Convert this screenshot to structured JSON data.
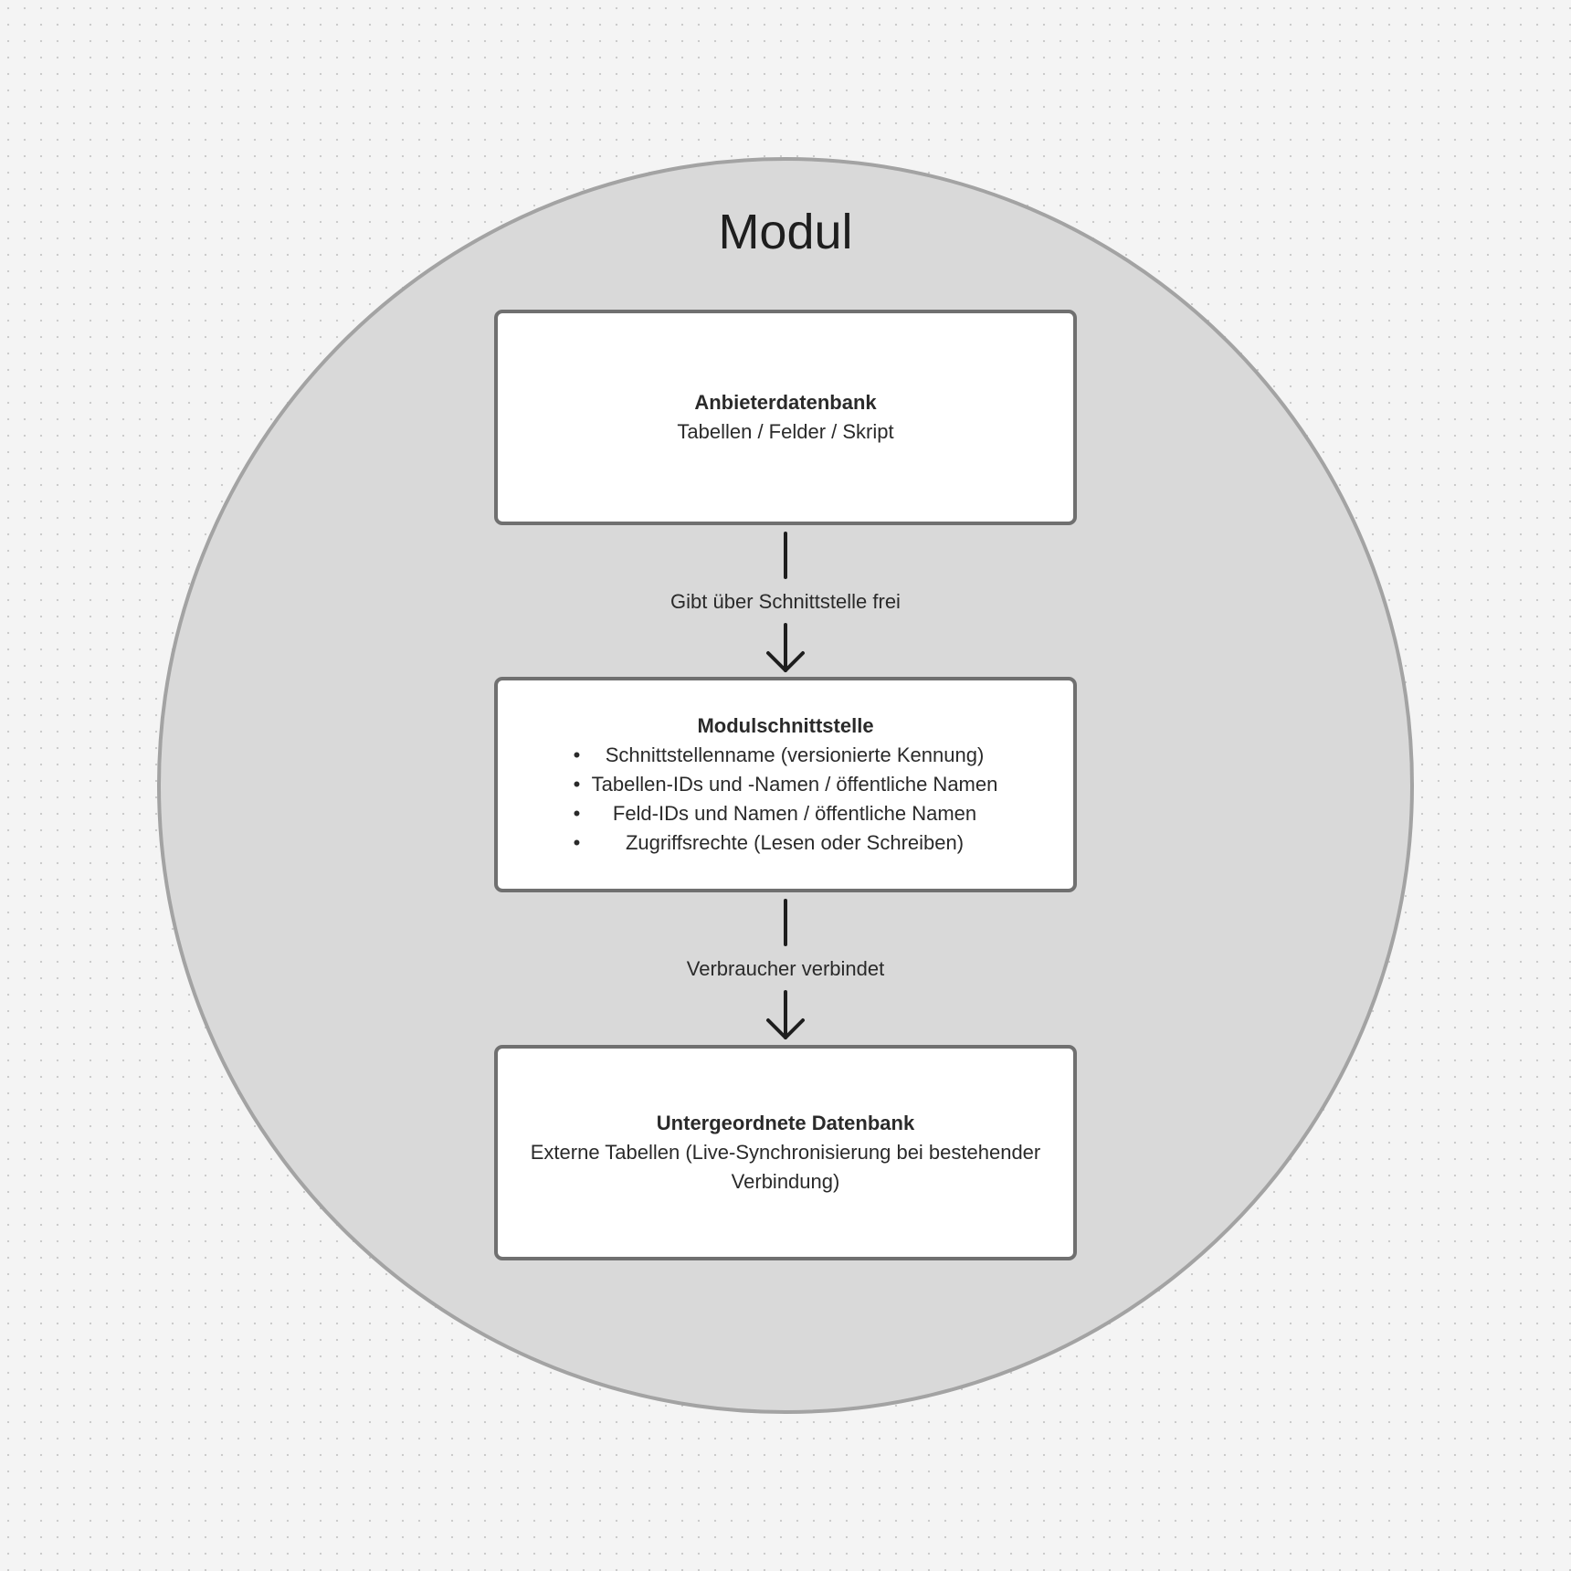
{
  "module": {
    "title": "Modul"
  },
  "nodes": {
    "provider": {
      "title": "Anbieterdatenbank",
      "subtitle": "Tabellen / Felder / Skript"
    },
    "interface": {
      "title": "Modulschnittstelle",
      "items": [
        "Schnittstellenname (versionierte Kennung)",
        "Tabellen-IDs und -Namen / öffentliche Namen",
        "Feld-IDs und Namen / öffentliche Namen",
        "Zugriffsrechte (Lesen oder Schreiben)"
      ]
    },
    "child": {
      "title": "Untergeordnete Datenbank",
      "subtitle": "Externe Tabellen (Live-Synchronisierung bei bestehender Verbindung)"
    }
  },
  "edges": {
    "provider_to_interface": {
      "label": "Gibt über Schnittstelle frei"
    },
    "interface_to_child": {
      "label": "Verbraucher verbindet"
    }
  },
  "colors": {
    "module_fill": "#d9d9d9",
    "module_border": "#a3a3a3",
    "node_fill": "#ffffff",
    "node_border": "#707070",
    "connector": "#1e1e1e",
    "canvas": "#f4f4f4"
  },
  "icons": {
    "bullet": "•",
    "arrow": "arrow-down-icon"
  }
}
